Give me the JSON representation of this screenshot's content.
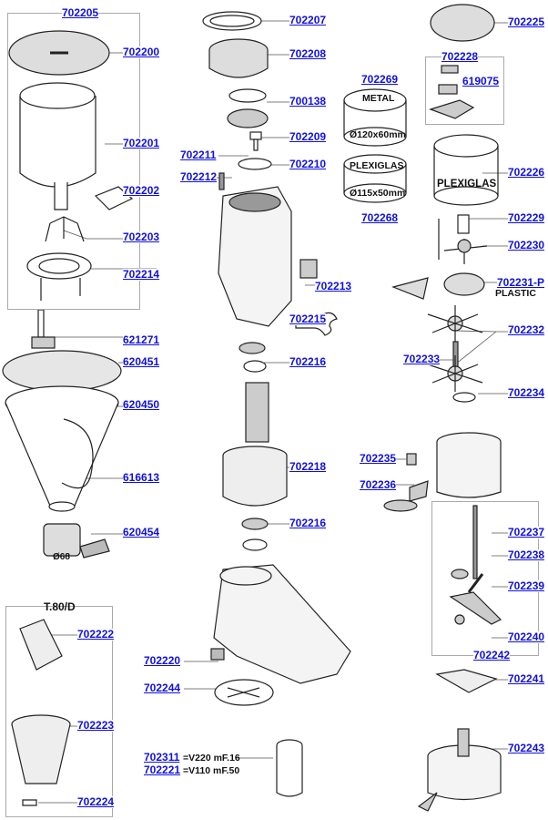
{
  "parts": {
    "p702205": "702205",
    "p702200": "702200",
    "p702201": "702201",
    "p702202": "702202",
    "p702203": "702203",
    "p702214": "702214",
    "p621271": "621271",
    "p620451": "620451",
    "p620450": "620450",
    "p616613": "616613",
    "p620454": "620454",
    "p702222": "702222",
    "p702223": "702223",
    "p702224": "702224",
    "p702207": "702207",
    "p702208": "702208",
    "p700138": "700138",
    "p702209": "702209",
    "p702211": "702211",
    "p702210": "702210",
    "p702212": "702212",
    "p702213": "702213",
    "p702215": "702215",
    "p702216a": "702216",
    "p702218": "702218",
    "p702216b": "702216",
    "p702220": "702220",
    "p702244": "702244",
    "p702311": "702311",
    "p702221": "702221",
    "p702225": "702225",
    "p702228": "702228",
    "p702269": "702269",
    "p619075": "619075",
    "p702226": "702226",
    "p702268": "702268",
    "p702229": "702229",
    "p702230": "702230",
    "p702231P": "702231-P",
    "p702232": "702232",
    "p702233": "702233",
    "p702234": "702234",
    "p702235": "702235",
    "p702236": "702236",
    "p702237": "702237",
    "p702238": "702238",
    "p702239": "702239",
    "p702240": "702240",
    "p702242": "702242",
    "p702241": "702241",
    "p702243": "702243"
  },
  "notes": {
    "t80d": "T.80/D",
    "metal": "METAL",
    "metal_size": "Ø120x60mm",
    "plexi_small": "PLEXIGLAS",
    "plexi_small_size": "Ø115x50mm",
    "plexi_big": "PLEXIGLAS",
    "plastic": "PLASTIC",
    "d68": "Ø68",
    "v220": "=V220 mF.16",
    "v110": "=V110 mF.50"
  }
}
